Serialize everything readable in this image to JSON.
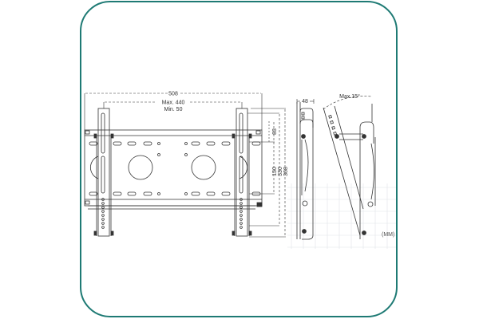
{
  "diagram": {
    "title": "TV wall mount technical drawing",
    "frame_color": "#1e7a74",
    "line_color": "#333333",
    "grid_color": "#d6dbe0",
    "front_view": {
      "width_overall": "508",
      "max_spacing": "Max. 440",
      "min_spacing": "Min. 50",
      "vertical_dims": [
        "83",
        "150",
        "330",
        "368"
      ]
    },
    "side_view": {
      "depth": "48"
    },
    "tilt_view": {
      "tilt_label": "Max.15°"
    },
    "unit_label": "(MM)"
  }
}
